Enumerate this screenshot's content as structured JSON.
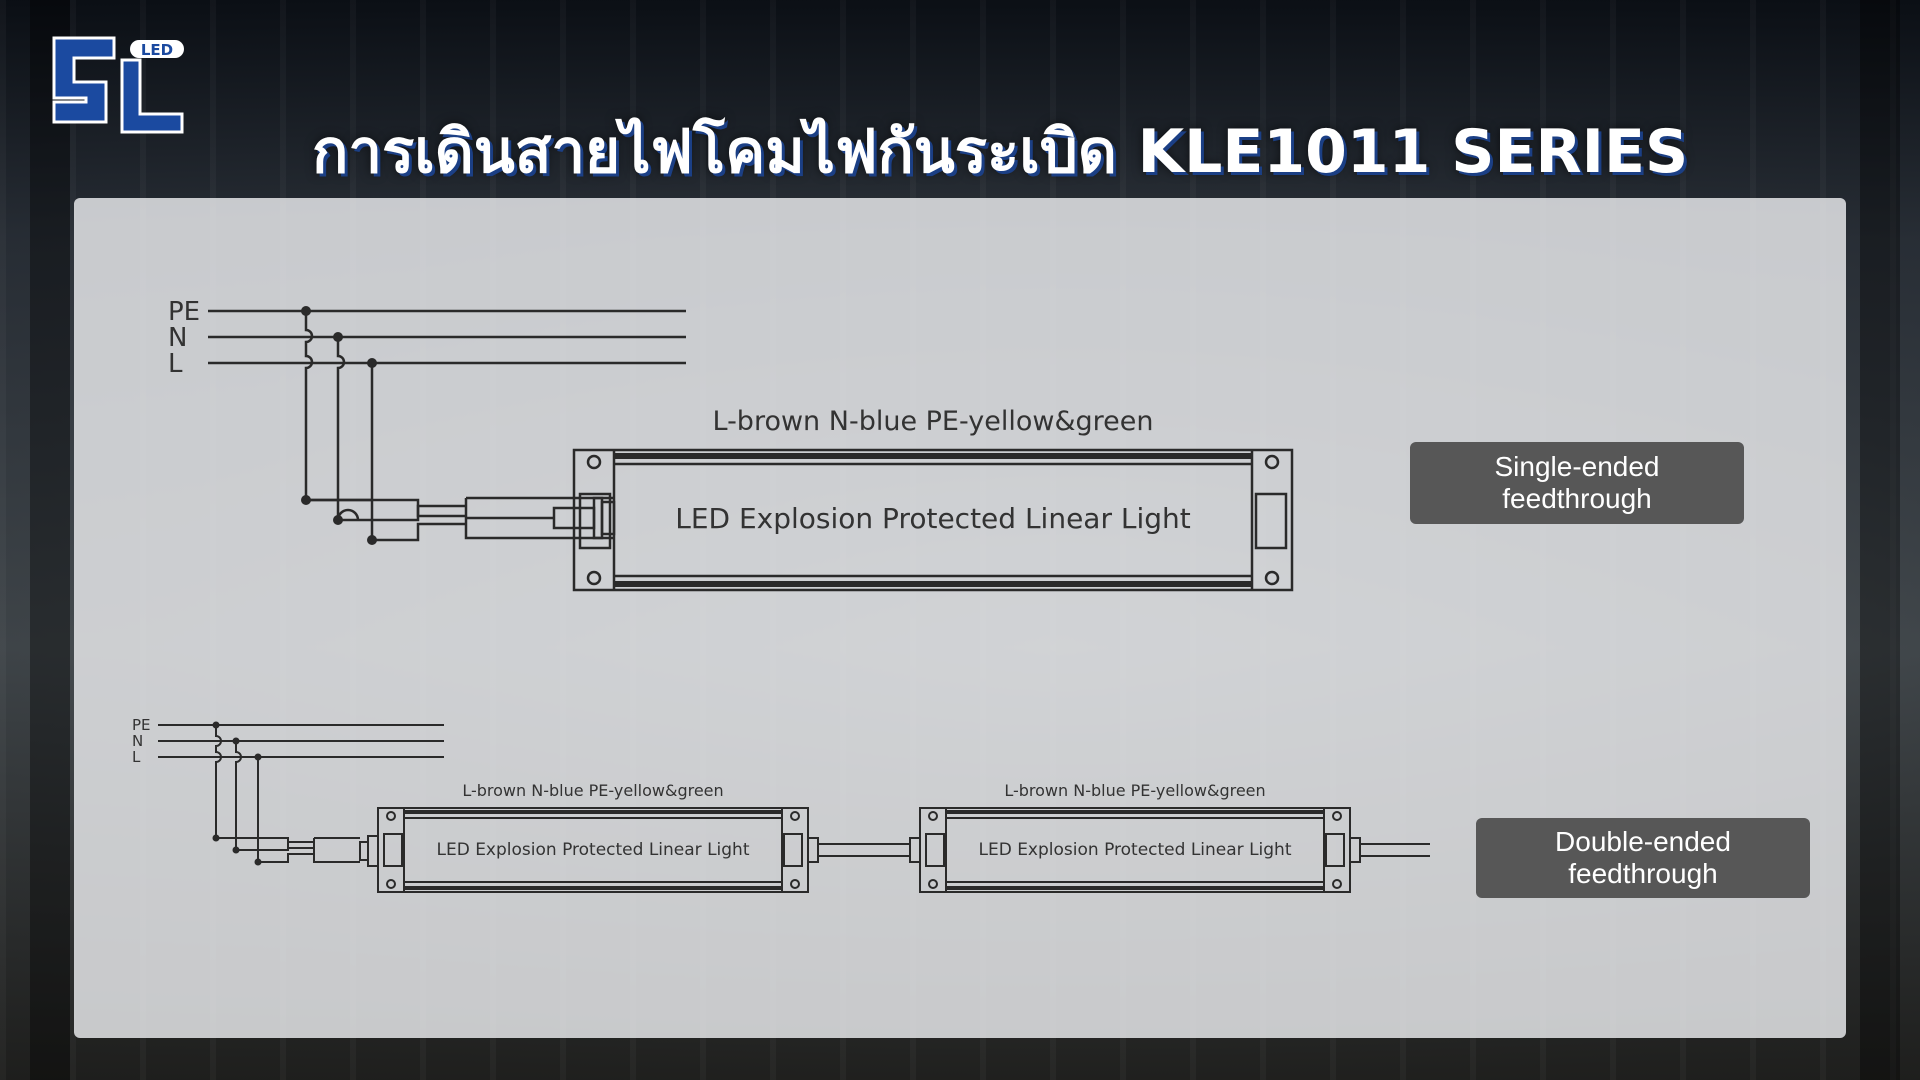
{
  "header": {
    "logo_text": "LED",
    "title": "การเดินสายไฟโคมไฟกันระเบิด KLE1011 SERIES"
  },
  "single": {
    "wire_labels": [
      "PE",
      "N",
      "L"
    ],
    "color_note": "L-brown N-blue PE-yellow&green",
    "fixture_label": "LED Explosion Protected Linear Light",
    "badge_line1": "Single-ended",
    "badge_line2": "feedthrough"
  },
  "double": {
    "wire_labels": [
      "PE",
      "N",
      "L"
    ],
    "color_note_1": "L-brown N-blue PE-yellow&green",
    "fixture_label_1": "LED Explosion Protected Linear Light",
    "color_note_2": "L-brown N-blue PE-yellow&green",
    "fixture_label_2": "LED Explosion Protected Linear Light",
    "badge_line1": "Double-ended",
    "badge_line2": "feedthrough"
  },
  "colors": {
    "brand_blue": "#1b4aa0",
    "badge_bg": "#575757",
    "line": "#2a2a2a"
  }
}
